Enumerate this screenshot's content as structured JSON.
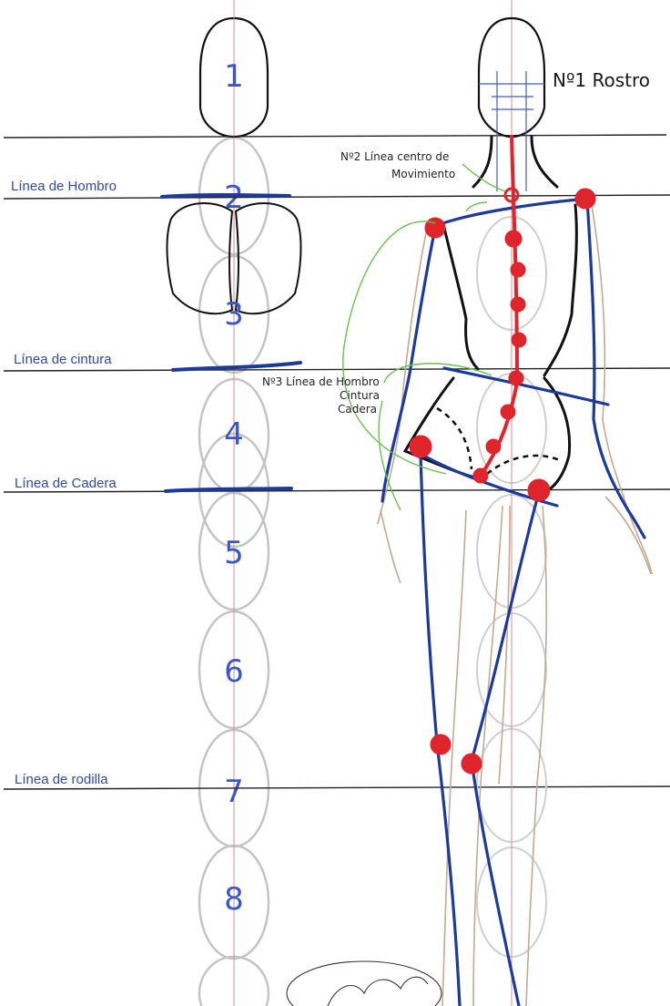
{
  "head_units": [
    "1",
    "2",
    "3",
    "4",
    "5",
    "6",
    "7",
    "8"
  ],
  "guide_lines": {
    "shoulder": "Línea de Hombro",
    "waist": "Línea de cintura",
    "hip": "Línea de Cadera",
    "knee": "Línea de rodilla"
  },
  "annotations": {
    "face": "Nº1 Rostro",
    "movement_center_line1": "Nº2 Línea centro de",
    "movement_center_line2": "Movimiento",
    "lines_note_line1": "Nº3 Línea de Hombro",
    "lines_note_line2": "Cintura",
    "lines_note_line3": "Cadera"
  },
  "colors": {
    "guide_blue": "#1c3a9e",
    "joint_red": "#e0242c",
    "label_blue": "#2f4aa8",
    "annotation_green": "#66c24a",
    "body_outline_beige": "#b89a7a",
    "head_unit_gray": "#bdbdbd"
  }
}
